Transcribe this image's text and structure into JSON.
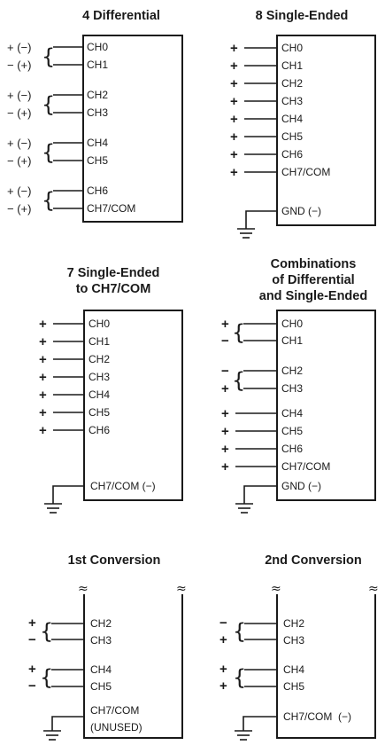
{
  "panels": [
    {
      "id": "diff4",
      "title": [
        "4 Differential"
      ],
      "pins": [
        {
          "label": "CH0",
          "sign": "+ (−)"
        },
        {
          "label": "CH1",
          "sign": "− (+)"
        },
        {
          "label": "CH2",
          "sign": "+ (−)"
        },
        {
          "label": "CH3",
          "sign": "− (+)"
        },
        {
          "label": "CH4",
          "sign": "+ (−)"
        },
        {
          "label": "CH5",
          "sign": "− (+)"
        },
        {
          "label": "CH6",
          "sign": "+ (−)"
        },
        {
          "label": "CH7/COM",
          "sign": "− (+)"
        }
      ]
    },
    {
      "id": "se8",
      "title": [
        "8 Single-Ended"
      ],
      "pins": [
        {
          "label": "CH0",
          "sign": "+"
        },
        {
          "label": "CH1",
          "sign": "+"
        },
        {
          "label": "CH2",
          "sign": "+"
        },
        {
          "label": "CH3",
          "sign": "+"
        },
        {
          "label": "CH4",
          "sign": "+"
        },
        {
          "label": "CH5",
          "sign": "+"
        },
        {
          "label": "CH6",
          "sign": "+"
        },
        {
          "label": "CH7/COM",
          "sign": "+"
        }
      ],
      "ground_label": "GND (−)"
    },
    {
      "id": "se7",
      "title": [
        "7 Single-Ended",
        "to CH7/COM"
      ],
      "pins": [
        {
          "label": "CH0",
          "sign": "+"
        },
        {
          "label": "CH1",
          "sign": "+"
        },
        {
          "label": "CH2",
          "sign": "+"
        },
        {
          "label": "CH3",
          "sign": "+"
        },
        {
          "label": "CH4",
          "sign": "+"
        },
        {
          "label": "CH5",
          "sign": "+"
        },
        {
          "label": "CH6",
          "sign": "+"
        }
      ],
      "ground_label": "CH7/COM (−)"
    },
    {
      "id": "combo",
      "title": [
        "Combinations",
        "of Differential",
        "and Single-Ended"
      ],
      "pins": [
        {
          "label": "CH0",
          "sign": "+"
        },
        {
          "label": "CH1",
          "sign": "−"
        },
        {
          "label": "CH2",
          "sign": "−"
        },
        {
          "label": "CH3",
          "sign": "+"
        },
        {
          "label": "CH4",
          "sign": "+"
        },
        {
          "label": "CH5",
          "sign": "+"
        },
        {
          "label": "CH6",
          "sign": "+"
        },
        {
          "label": "CH7/COM",
          "sign": "+"
        }
      ],
      "ground_label": "GND (−)"
    },
    {
      "id": "conv1",
      "title": [
        "1st Conversion"
      ],
      "pins": [
        {
          "label": "CH2",
          "sign": "+"
        },
        {
          "label": "CH3",
          "sign": "−"
        },
        {
          "label": "CH4",
          "sign": "+"
        },
        {
          "label": "CH5",
          "sign": "−"
        }
      ],
      "ground_label": [
        "CH7/COM",
        "(UNUSED)"
      ],
      "break_symbol": "≈"
    },
    {
      "id": "conv2",
      "title": [
        "2nd Conversion"
      ],
      "pins": [
        {
          "label": "CH2",
          "sign": "−"
        },
        {
          "label": "CH3",
          "sign": "+"
        },
        {
          "label": "CH4",
          "sign": "+"
        },
        {
          "label": "CH5",
          "sign": "+"
        }
      ],
      "ground_label": "CH7/COM  (−)",
      "break_symbol": "≈"
    }
  ]
}
